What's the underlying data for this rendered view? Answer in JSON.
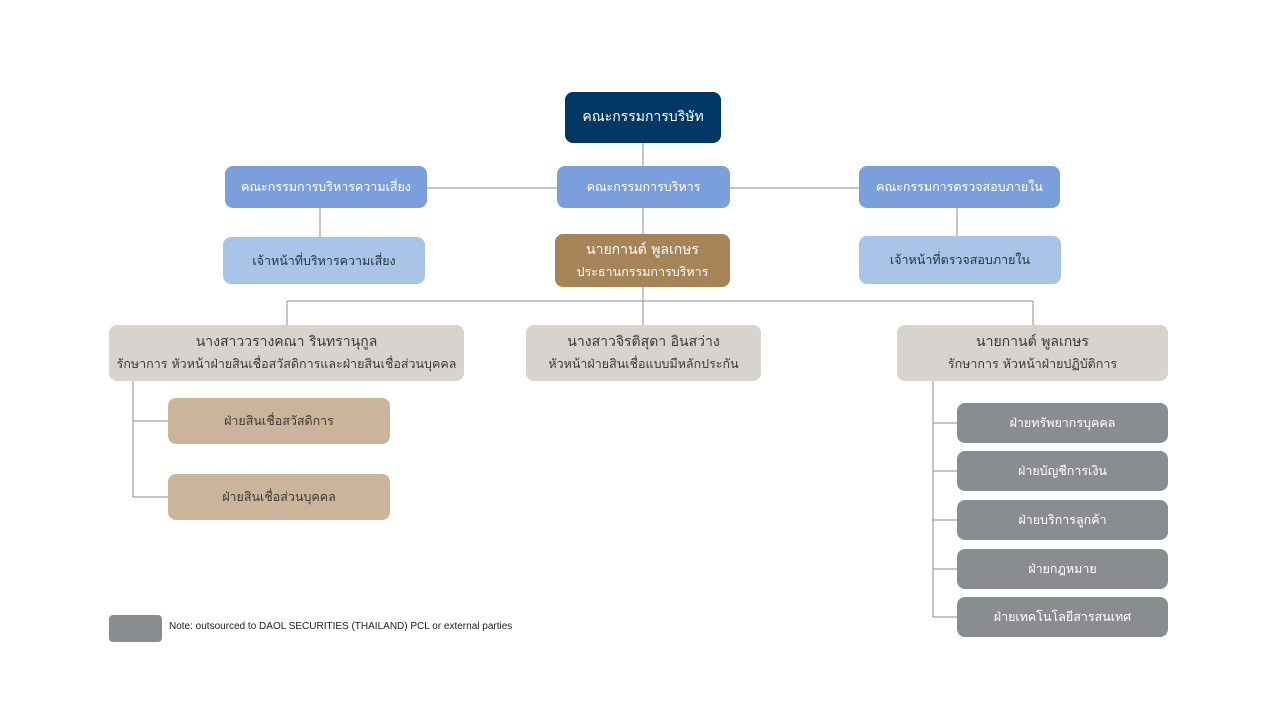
{
  "board": "คณะกรรมการบริษัท",
  "committees": {
    "risk": "คณะกรรมการบริหารความเสี่ยง",
    "executive": "คณะกรรมการบริหาร",
    "audit": "คณะกรรมการตรวจสอบภายใน"
  },
  "officers": {
    "risk": "เจ้าหน้าที่บริหารความเสี่ยง",
    "audit": "เจ้าหน้าที่ตรวจสอบภายใน"
  },
  "chairman": {
    "name": "นายกานต์ พูลเกษร",
    "title": "ประธานกรรมการบริหาร"
  },
  "heads": [
    {
      "name": "นางสาววรางคณา รินทรานุกูล",
      "title": "รักษาการ หัวหน้าฝ่ายสินเชื่อสวัสดิการและฝ่ายสินเชื่อส่วนบุคคล",
      "departments": [
        "ฝ่ายสินเชื่อสวัสดิการ",
        "ฝ่ายสินเชื่อส่วนบุคคล"
      ]
    },
    {
      "name": "นางสาวจิรติสุดา อินสว่าง",
      "title": "หัวหน้าฝ่ายสินเชื่อแบบมีหลักประกัน",
      "departments": []
    },
    {
      "name": "นายกานต์ พูลเกษร",
      "title": "รักษาการ หัวหน้าฝ่ายปฏิบัติการ",
      "departments": [
        "ฝ่ายทรัพยากรบุคคล",
        "ฝ่ายบัญชีการเงิน",
        "ฝ่ายบริการลูกค้า",
        "ฝ่ายกฎหมาย",
        "ฝ่ายเทคโนโลยีสารสนเทศ"
      ]
    }
  ],
  "legend": {
    "note": "Note: outsourced to DAOL SECURITIES (THAILAND) PCL or external parties",
    "swatch_color": "#8a8d90"
  },
  "colors": {
    "board": "#003865",
    "committee": "#7a9fda",
    "officer": "#a8c4e7",
    "chairman": "#a78457",
    "head": "#d7d3ce",
    "department": "#cbb59a",
    "outsourced": "#8a8d90",
    "connector": "#8c8c8c"
  }
}
